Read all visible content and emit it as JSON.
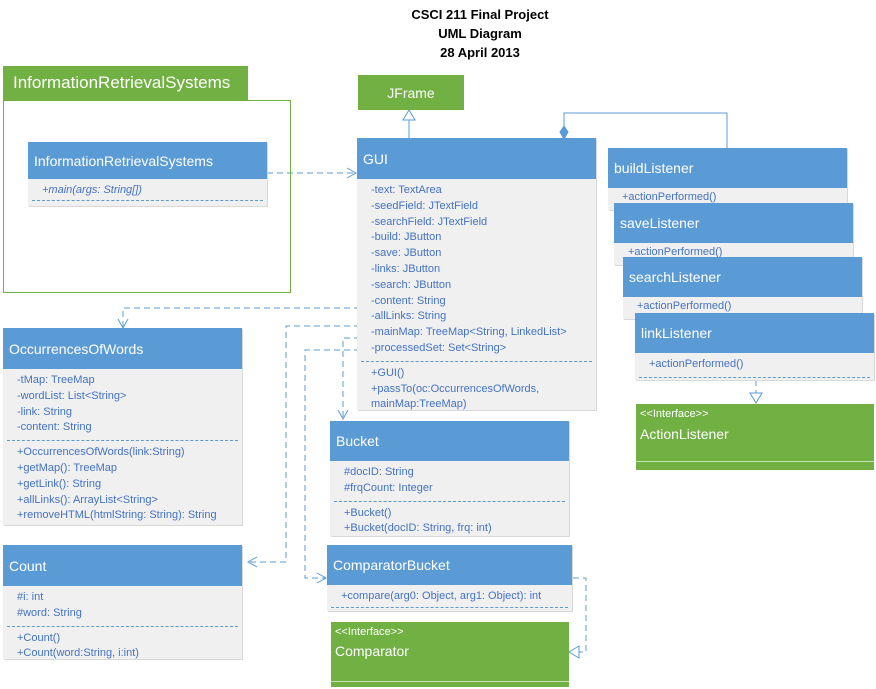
{
  "title_lines": [
    "CSCI 211 Final Project",
    "UML Diagram",
    "28 April 2013"
  ],
  "package": {
    "name": "InformationRetrievalSystems"
  },
  "classes": {
    "irs": {
      "name": "InformationRetrievalSystems",
      "methods": [
        "+main(args: String[])"
      ]
    },
    "jframe": {
      "name": "JFrame"
    },
    "gui": {
      "name": "GUI",
      "attributes": [
        "-text: TextArea",
        "-seedField: JTextField",
        "-searchField: JTextField",
        "-build: JButton",
        "-save: JButton",
        "-links: JButton",
        "-search: JButton",
        "-content: String",
        "-allLinks: String",
        "-mainMap: TreeMap<String, LinkedList>",
        "-processedSet: Set<String>"
      ],
      "methods": [
        "+GUI()",
        "+passTo(oc:OccurrencesOfWords,",
        "mainMap:TreeMap)"
      ]
    },
    "build_listener": {
      "name": "buildListener",
      "methods": [
        "+actionPerformed()"
      ]
    },
    "save_listener": {
      "name": "saveListener",
      "methods": [
        "+actionPerformed()"
      ]
    },
    "search_listener": {
      "name": "searchListener",
      "methods": [
        "+actionPerformed()"
      ]
    },
    "link_listener": {
      "name": "linkListener",
      "methods": [
        "+actionPerformed()"
      ]
    },
    "action_listener": {
      "stereotype": "<<Interface>>",
      "name": "ActionListener"
    },
    "occurrences": {
      "name": "OccurrencesOfWords",
      "attributes": [
        "-tMap: TreeMap",
        "-wordList: List<String>",
        "-link: String",
        "-content: String"
      ],
      "methods": [
        "+OccurrencesOfWords(link:String)",
        "+getMap(): TreeMap",
        "+getLink(): String",
        "+allLinks(): ArrayList<String>",
        "+removeHTML(htmlString: String): String"
      ]
    },
    "bucket": {
      "name": "Bucket",
      "attributes": [
        "#docID: String",
        "#frqCount: Integer"
      ],
      "methods": [
        "+Bucket()",
        "+Bucket(docID: String, frq: int)"
      ]
    },
    "count": {
      "name": "Count",
      "attributes": [
        "#i: int",
        "#word: String"
      ],
      "methods": [
        "+Count()",
        "+Count(word:String, i:int)"
      ]
    },
    "comparator_bucket": {
      "name": "ComparatorBucket",
      "methods": [
        "+compare(arg0: Object, arg1: Object): int"
      ]
    },
    "comparator": {
      "stereotype": "<<Interface>>",
      "name": "Comparator"
    }
  },
  "colors": {
    "class_header": "#5b9bd5",
    "class_body": "#f0f0f0",
    "member_text": "#4472c4",
    "interface": "#71b043",
    "line": "#5b9bd5"
  }
}
